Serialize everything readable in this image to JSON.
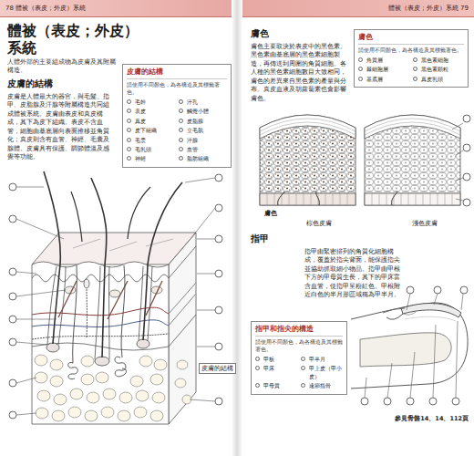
{
  "diagram": {
    "title": "體被（表皮；外皮）系統",
    "nodes": [
      {
        "text": [
          "皮膚的結構",
          "請使用不同顏色，為各構造及其標籤著色。",
          "毛幹",
          "汗孔",
          "表皮",
          "觸覺小體",
          "真皮",
          "皮脂腺",
          "皮下組織",
          "立毛肌",
          "毛囊",
          "汗腺",
          "毛乳頭",
          "血管",
          "神經",
          "脂肪組織"
        ]
      },
      {
        "text": [
          "膚色",
          "請使用不同顏色，為各構造及其標籤著色。",
          "角質層",
          "黑色素細胞",
          "棘細胞層",
          "黑色素顆粒",
          "基底層",
          "真皮乳頭"
        ]
      },
      {
        "text": [
          "指甲和指尖的構造",
          "請使用不同顏色，為各構造及其標籤著色。",
          "甲板",
          "甲半月",
          "甲床",
          "甲上皮（甲小皮）",
          "甲母質",
          "遠節指骨"
        ]
      }
    ],
    "labels": [
      "78 體被（表皮；外皮）系統",
      "體被（表皮；外皮）系統 79",
      "人體外部的主要組成物為皮膚及其附屬構造。",
      "皮膚的結構",
      "皮膚是人體最大的器官，與毛髮、指甲、皮脂腺及汗腺等附屬構造共同組成體被系統。皮膚由表皮和真皮構成，其下為皮下組織。表皮不含血管，細胞由基底層向表面推移並角質化；真皮則含有血管、神經、毛囊及腺體。皮膚具有保護、調節體溫及感覺等功能。",
      "皮膚的結構",
      "膚色",
      "膚色主要取決於表皮中的黑色素。黑色素由基底層的黑色素細胞製造，再傳送到周圍的角質細胞。各人種的黑色素細胞數目大致相同，膚色的差異來自黑色素的產量與分布。真皮血液及胡蘿蔔素也會影響膚色。",
      "膚色",
      "棕色皮膚",
      "淺色皮膚",
      "指甲",
      "指甲由緊密排列的角質化細胞構成，覆蓋於指尖背面，能保護指尖並協助抓取細小物品。指甲由甲根下方的甲母質生長，其下的甲床富含血管，使指甲呈粉紅色。甲根附近白色的半月形區域稱為甲半月。",
      "參見骨骼14、14、112頁"
    ]
  }
}
